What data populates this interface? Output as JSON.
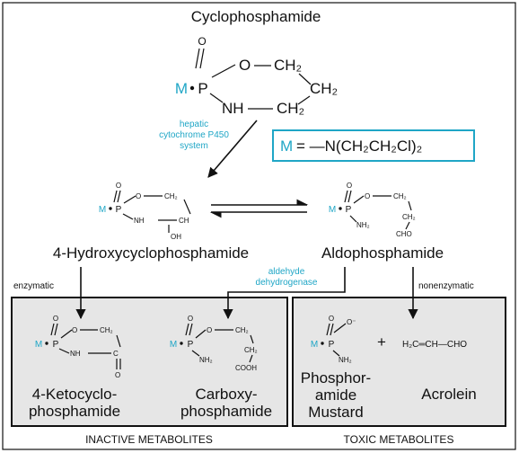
{
  "colors": {
    "accent_cyan": "#1fa6c6",
    "box_fill": "#e6e6e6",
    "stroke": "#111111",
    "background": "#ffffff"
  },
  "title": "Cyclophosphamide",
  "m_label": "M",
  "m_definition": {
    "left": "M",
    "right": "= —N(CH₂CH₂Cl)₂"
  },
  "enzyme_labels": {
    "hepatic_line1": "hepatic",
    "hepatic_line2": "cytochrome P450",
    "hepatic_line3": "system",
    "aldehyde_line1": "aldehyde",
    "aldehyde_line2": "dehydrogenase",
    "enzymatic": "enzymatic",
    "nonenzymatic": "nonenzymatic"
  },
  "compound_names": {
    "hydroxy": "4-Hydroxycyclophosphamide",
    "aldo": "Aldophosphamide",
    "keto_line1": "4-Ketocyclo-",
    "keto_line2": "phosphamide",
    "carboxy_line1": "Carboxy-",
    "carboxy_line2": "phosphamide",
    "mustard_line1": "Phosphor-",
    "mustard_line2": "amide",
    "mustard_line3": "Mustard",
    "acrolein": "Acrolein"
  },
  "section_labels": {
    "inactive": "INACTIVE METABOLITES",
    "toxic": "TOXIC METABOLITES"
  },
  "structure_text": {
    "oxygen": "O",
    "phosphorus": "P",
    "nh": "NH",
    "nh2": "NH₂",
    "ch2": "CH₂",
    "ch": "CH",
    "oh": "OH",
    "cho": "CHO",
    "cooh": "COOH",
    "o_minus": "O⁻",
    "c": "C",
    "acrolein_formula": "H₂C═CH—CHO",
    "plus": "+"
  }
}
